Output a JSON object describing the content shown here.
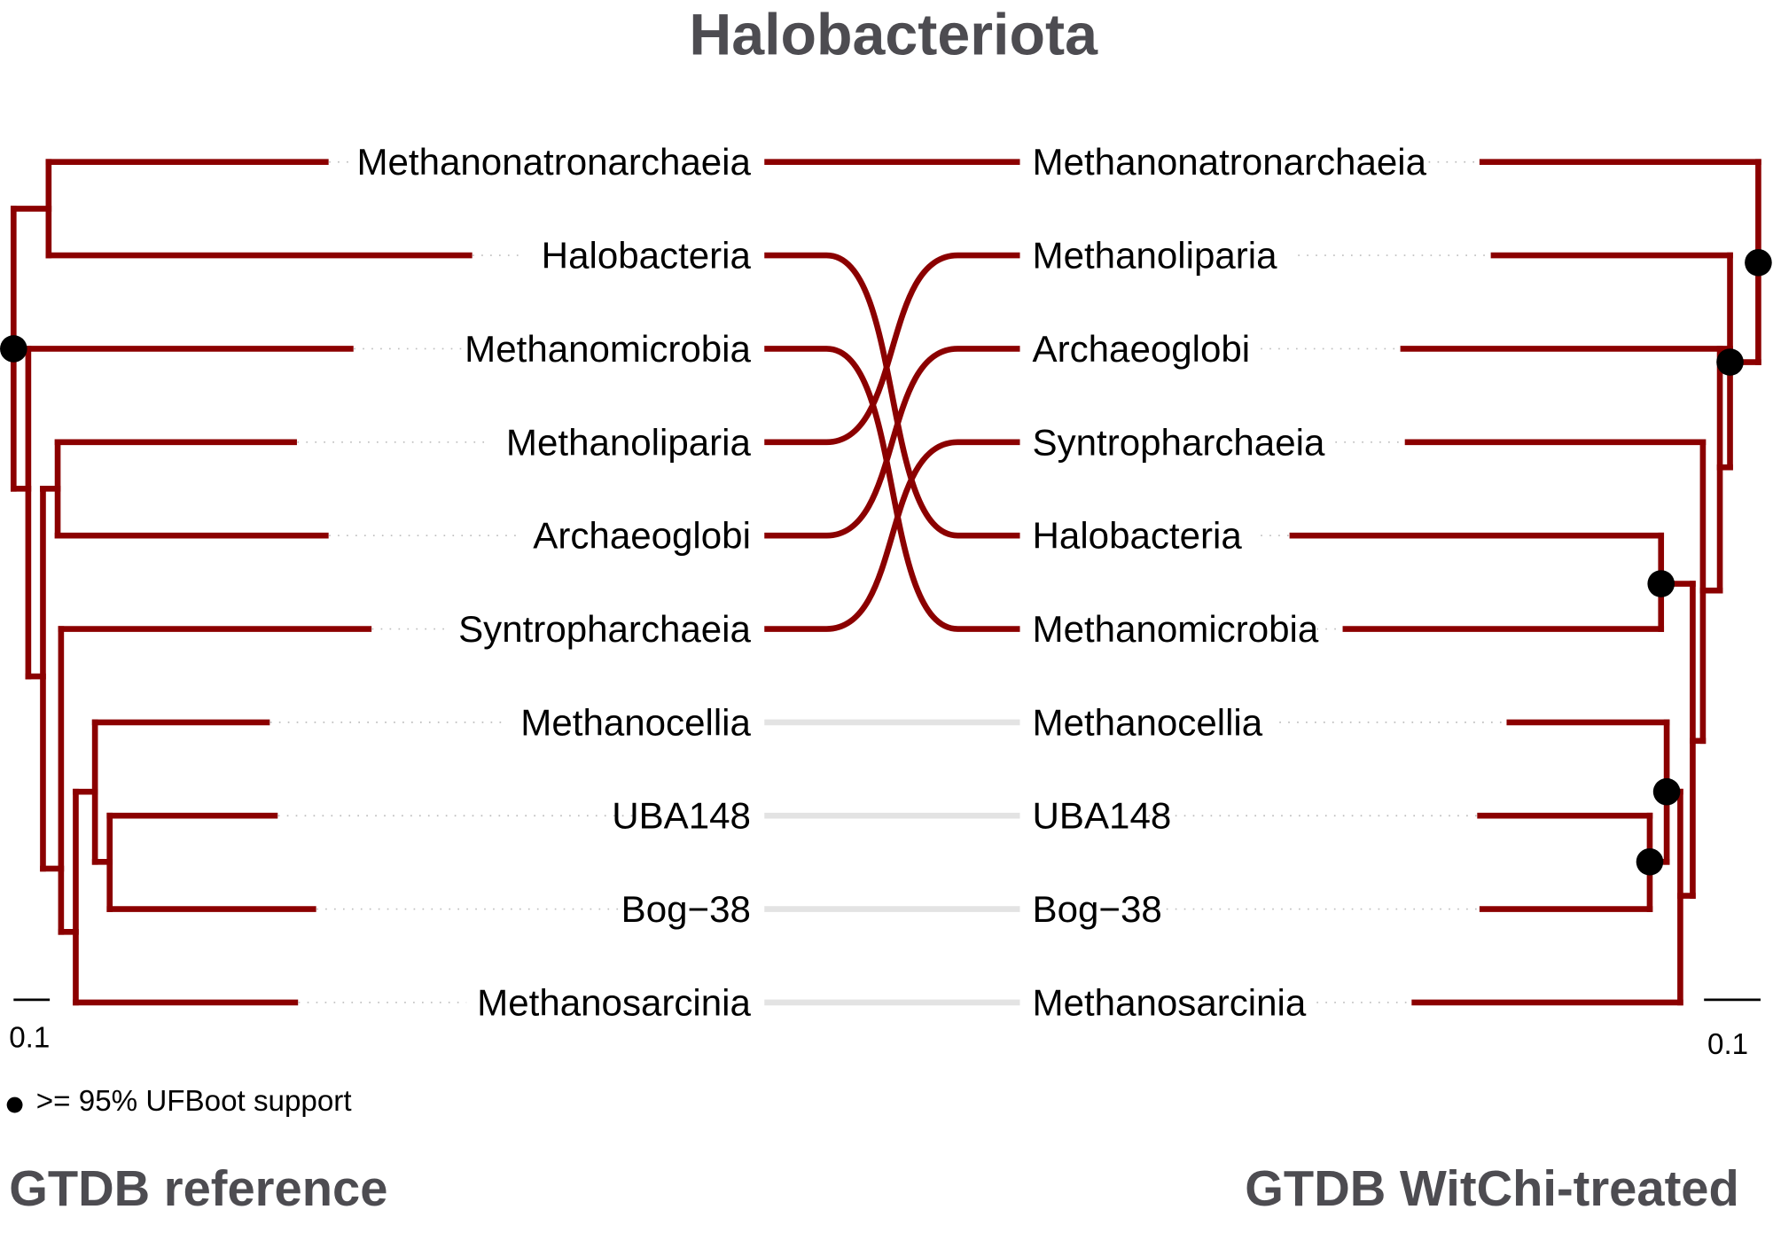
{
  "title": "Halobacteriota",
  "left_tree": {
    "label": "GTDB reference",
    "scale_bar_label": "0.1",
    "tips": [
      "Methanonatronarchaeia",
      "Halobacteria",
      "Methanomicrobia",
      "Methanoliparia",
      "Archaeoglobi",
      "Syntropharchaeia",
      "Methanocellia",
      "UBA148",
      "Bog−38",
      "Methanosarcinia"
    ],
    "newick": "((Methanonatronarchaeia,Halobacteria),(Methanomicrobia,((Methanoliparia,Archaeoglobi),(Syntropharchaeia,(Methanocellia,(UBA148,Bog-38)),Methanosarcinia))))"
  },
  "right_tree": {
    "label": "GTDB WitChi-treated",
    "scale_bar_label": "0.1",
    "tips": [
      "Methanonatronarchaeia",
      "Methanoliparia",
      "Archaeoglobi",
      "Syntropharchaeia",
      "Halobacteria",
      "Methanomicrobia",
      "Methanocellia",
      "UBA148",
      "Bog−38",
      "Methanosarcinia"
    ],
    "newick": "(Methanonatronarchaeia,((Methanoliparia,Archaeoglobi),(Syntropharchaeia,((Halobacteria,Methanomicrobia),((Methanocellia,(UBA148,Bog-38)),Methanosarcinia)))))"
  },
  "legend": {
    "support_symbol": "filled-circle",
    "support_label": ">= 95% UFBoot support"
  },
  "colors": {
    "branch": "#8b0000",
    "unchanged_connector": "#e3e3e3",
    "title": "#4d4c51",
    "support_node": "#000000"
  },
  "connectors": [
    {
      "from": "Methanonatronarchaeia",
      "left_index": 0,
      "right_index": 0,
      "changed": true
    },
    {
      "from": "Halobacteria",
      "left_index": 1,
      "right_index": 4,
      "changed": true
    },
    {
      "from": "Methanomicrobia",
      "left_index": 2,
      "right_index": 5,
      "changed": true
    },
    {
      "from": "Methanoliparia",
      "left_index": 3,
      "right_index": 1,
      "changed": true
    },
    {
      "from": "Archaeoglobi",
      "left_index": 4,
      "right_index": 2,
      "changed": true
    },
    {
      "from": "Syntropharchaeia",
      "left_index": 5,
      "right_index": 3,
      "changed": true
    },
    {
      "from": "Methanocellia",
      "left_index": 6,
      "right_index": 6,
      "changed": false
    },
    {
      "from": "UBA148",
      "left_index": 7,
      "right_index": 7,
      "changed": false
    },
    {
      "from": "Bog−38",
      "left_index": 8,
      "right_index": 8,
      "changed": false
    },
    {
      "from": "Methanosarcinia",
      "left_index": 9,
      "right_index": 9,
      "changed": false
    }
  ]
}
